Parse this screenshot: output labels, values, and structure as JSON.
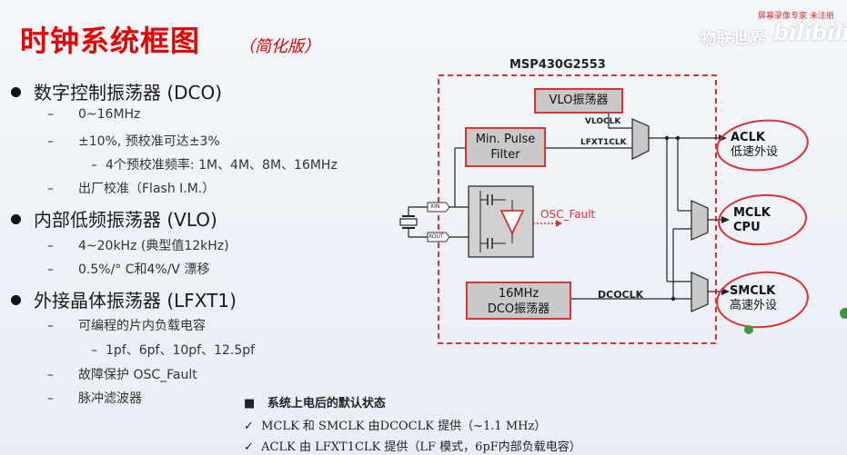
{
  "header": {
    "title": "时钟系统框图",
    "subtitle": "（简化版）",
    "watermark_recorder": "屏幕录像专家  未注册",
    "watermark_channel": "物联世界",
    "watermark_site": "bilibili"
  },
  "left": {
    "dco": {
      "heading": "数字控制振荡器 (DCO)",
      "items": [
        "0~16MHz",
        "±10%, 预校准可达±3%"
      ],
      "sub_item": "4个预校准频率: 1M、4M、8M、16MHz",
      "item_last": "出厂校准（Flash I.M.）"
    },
    "vlo": {
      "heading": "内部低频振荡器 (VLO)",
      "items": [
        "4~20kHz (典型值12kHz)",
        "0.5%/° C和4%/V 漂移"
      ]
    },
    "lfxt1": {
      "heading": "外接晶体振荡器 (LFXT1)",
      "item_first": "可编程的片内负载电容",
      "sub_item": "1pf、6pf、10pf、12.5pf",
      "items_rest": [
        "故障保护 OSC_Fault",
        "脉冲滤波器"
      ]
    }
  },
  "diagram": {
    "chip_name": "MSP430G2553",
    "vlo_box": "VLO振荡器",
    "filter_box_line1": "Min. Pulse",
    "filter_box_line2": "Filter",
    "dco_box_line1": "16MHz",
    "dco_box_line2": "DCO振荡器",
    "sig_vloclk": "VLOCLK",
    "sig_lfxt1clk": "LFXT1CLK",
    "sig_dcoclk": "DCOCLK",
    "pin_xin": "XIN",
    "pin_xout": "XOUT",
    "osc_fault": "OSC_Fault",
    "aclk": "ACLK",
    "aclk_desc": "低速外设",
    "mclk": "MCLK",
    "mclk_desc": "CPU",
    "smclk": "SMCLK",
    "smclk_desc": "高速外设"
  },
  "notes": {
    "heading": "系统上电后的默认状态",
    "line1": "MCLK 和 SMCLK 由DCOCLK 提供（~1.1 MHz）",
    "line2": "ACLK 由 LFXT1CLK 提供（LF 模式，6pF内部负载电容）"
  },
  "colors": {
    "accent": "#e60000",
    "dashed_border": "#e03030",
    "box_fill": "#c9c9c9"
  }
}
